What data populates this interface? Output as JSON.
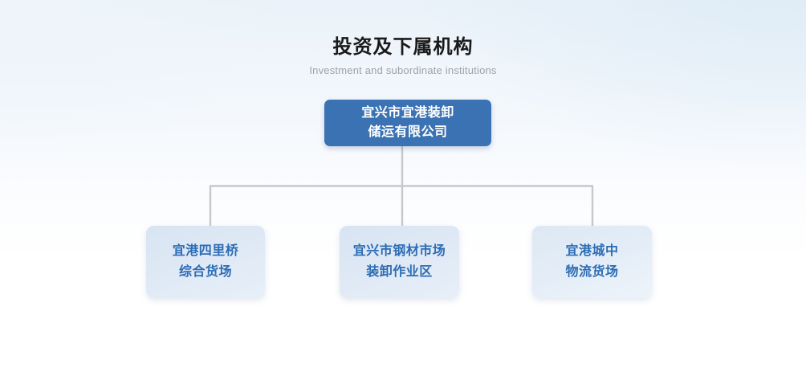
{
  "page": {
    "title_cn": "投资及下属机构",
    "title_en": "Investment and subordinate institutions",
    "background_top": "#eaf2f9",
    "background_bottom": "#ffffff"
  },
  "chart": {
    "type": "org-chart",
    "accent_color": "#3b72b3",
    "child_fill": "#dfe9f5",
    "child_text_color": "#2c6cb4",
    "connector_color": "#c6c8ca",
    "root": {
      "line1": "宜兴市宜港装卸",
      "line2": "储运有限公司"
    },
    "children": [
      {
        "line1": "宜港四里桥",
        "line2": "综合货场"
      },
      {
        "line1": "宜兴市钢材市场",
        "line2": "装卸作业区"
      },
      {
        "line1": "宜港城中",
        "line2": "物流货场"
      }
    ]
  }
}
